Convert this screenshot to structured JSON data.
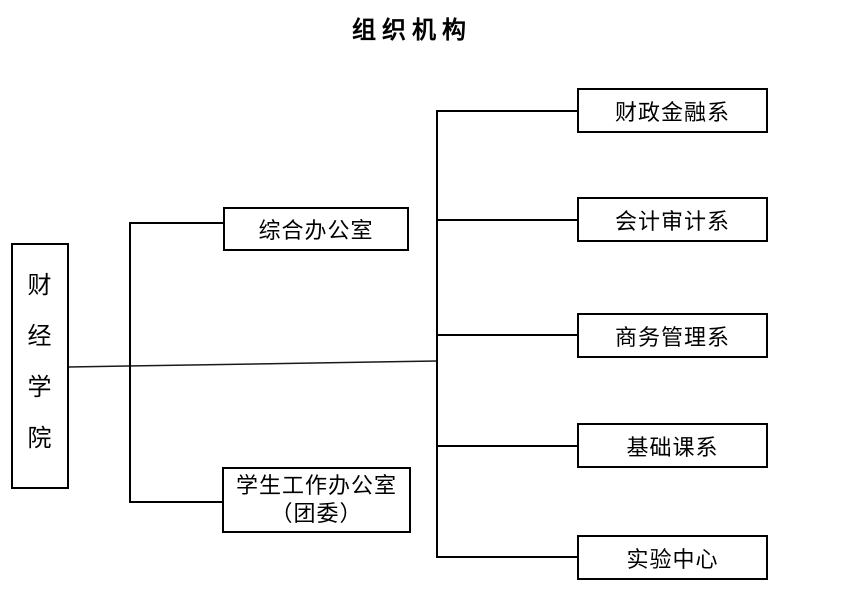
{
  "title": "组织机构",
  "root": {
    "label": "财经学院",
    "chars": [
      "财",
      "经",
      "学",
      "院"
    ]
  },
  "offices": [
    {
      "label": "综合办公室"
    },
    {
      "label": "学生工作办公室",
      "label_line2": "（团委）"
    }
  ],
  "departments": [
    {
      "label": "财政金融系"
    },
    {
      "label": "会计审计系"
    },
    {
      "label": "商务管理系"
    },
    {
      "label": "基础课系"
    },
    {
      "label": "实验中心"
    }
  ],
  "colors": {
    "line": "#000000",
    "box_border": "#000000",
    "text": "#000000",
    "background": "#ffffff"
  }
}
